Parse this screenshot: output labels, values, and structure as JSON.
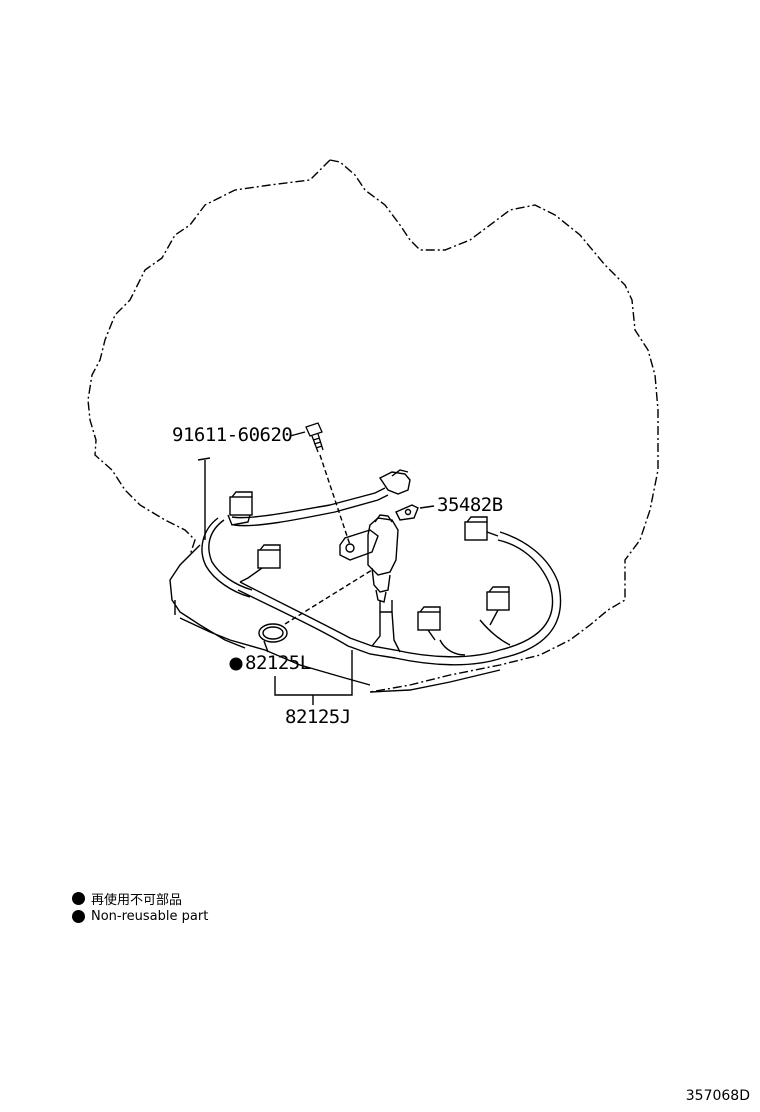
{
  "parts": {
    "bolt": "91611-60620",
    "clamp": "35482B",
    "oring": "82125L",
    "harness": "82125J"
  },
  "legend": {
    "jp": "再使用不可部品",
    "en": "Non-reusable part"
  },
  "figure_id": "357068D"
}
